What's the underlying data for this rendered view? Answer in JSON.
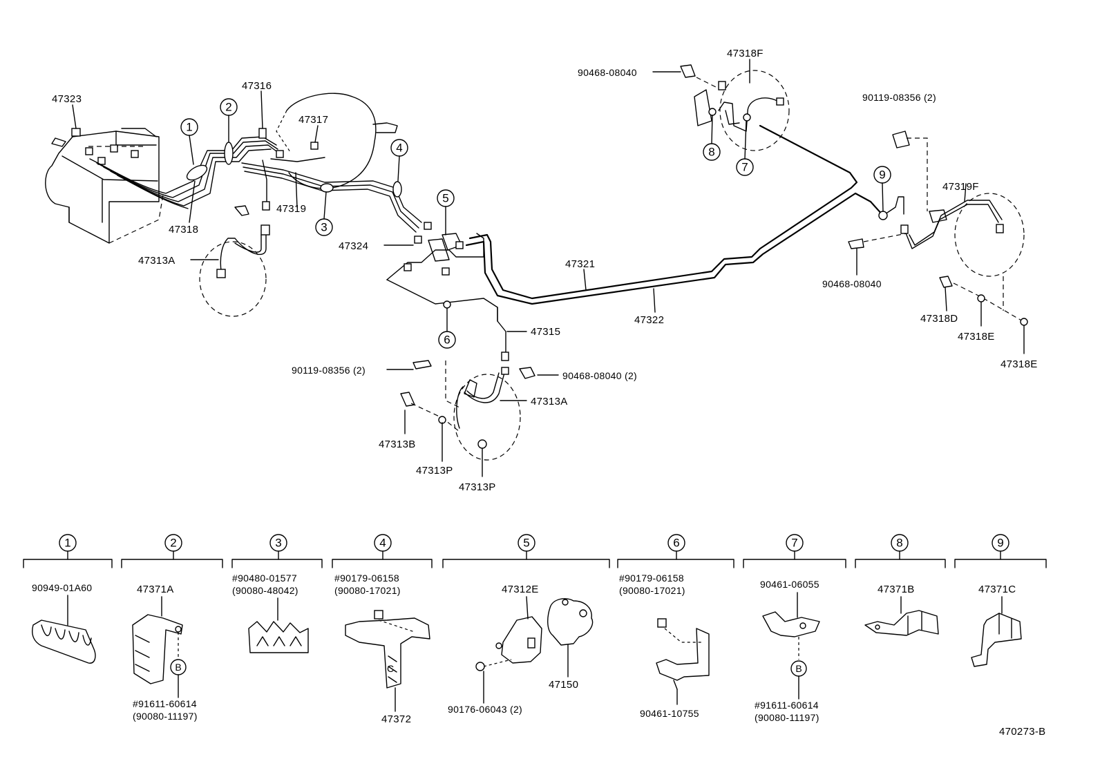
{
  "callouts": [
    "1",
    "2",
    "3",
    "4",
    "5",
    "6",
    "7",
    "8",
    "9"
  ],
  "circle_b": "B",
  "labels": {
    "p47323": "47323",
    "p47316": "47316",
    "p47317": "47317",
    "p47318": "47318",
    "p47319": "47319",
    "p47313A_left": "47313A",
    "p47324": "47324",
    "p47321": "47321",
    "p47322": "47322",
    "p47315": "47315",
    "p90119_mid": "90119-08356 (2)",
    "p90468_mid": "90468-08040 (2)",
    "p47313A_mid": "47313A",
    "p47313B": "47313B",
    "p47313P_1": "47313P",
    "p47313P_2": "47313P",
    "p47318F": "47318F",
    "p90468_top": "90468-08040",
    "p90119_right": "90119-08356 (2)",
    "p47319F": "47319F",
    "p90468_right": "90468-08040",
    "p47318D": "47318D",
    "p47318E_1": "47318E",
    "p47318E_2": "47318E"
  },
  "detail_panels": {
    "d1_part": "90949-01A60",
    "d2_part": "47371A",
    "d2_sub1": "#91611-60614",
    "d2_sub2": "(90080-11197)",
    "d3_part1": "#90480-01577",
    "d3_part2": "(90080-48042)",
    "d4_part1": "#90179-06158",
    "d4_part2": "(90080-17021)",
    "d4_sub": "47372",
    "d5_part": "47312E",
    "d5_sub1": "90176-06043 (2)",
    "d5_sub2": "47150",
    "d6_part1": "#90179-06158",
    "d6_part2": "(90080-17021)",
    "d6_sub": "90461-10755",
    "d7_part": "90461-06055",
    "d7_sub1": "#91611-60614",
    "d7_sub2": "(90080-11197)",
    "d8_part": "47371B",
    "d9_part": "47371C"
  },
  "figure_code": "470273-B"
}
